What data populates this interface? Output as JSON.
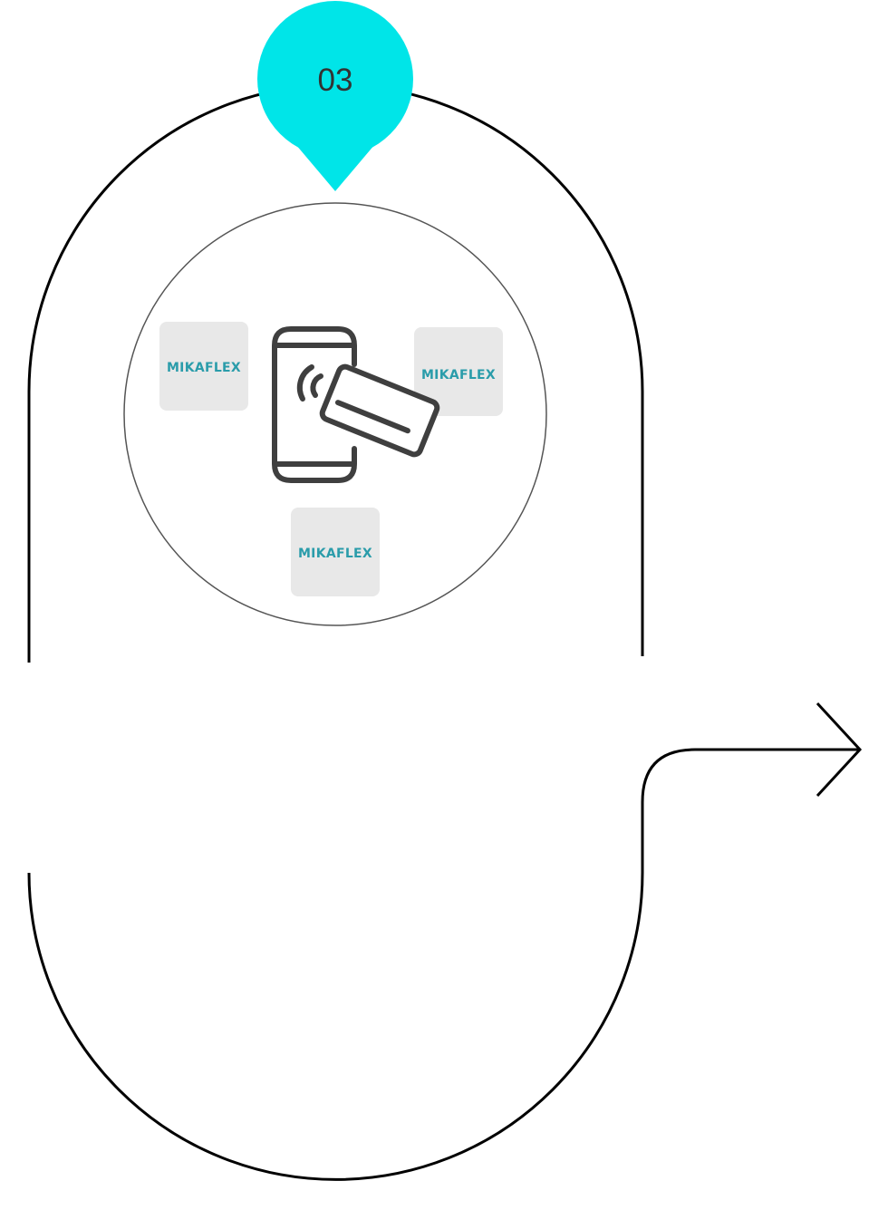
{
  "step": {
    "number": "03"
  },
  "logos": [
    {
      "text": "MIKAFLEX"
    },
    {
      "text": "MIKAFLEX"
    },
    {
      "text": "MIKAFLEX"
    }
  ],
  "icon": {
    "name": "nfc-phone-card-icon"
  },
  "colors": {
    "marker": "#00E5E8",
    "path": "#000000",
    "circle_outline": "#555555",
    "icon": "#3f3f3f",
    "logo_tile": "#E8E8E8",
    "logo_text": "#2A9CAA"
  }
}
